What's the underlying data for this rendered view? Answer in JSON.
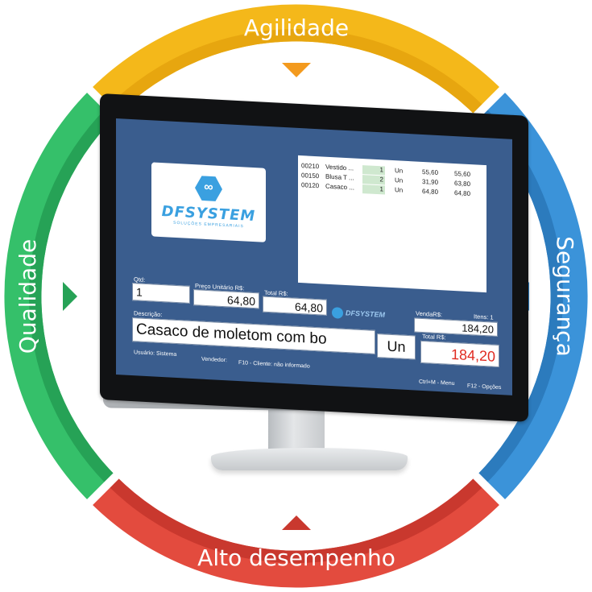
{
  "ring": {
    "agility": {
      "label": "Agilidade",
      "color": "#f4b81a",
      "shade": "#e7a60f",
      "arrow": "#f39a1e"
    },
    "security": {
      "label": "Segurança",
      "color": "#3b93d9",
      "shade": "#2c7bbd",
      "arrow": "#2f86cf"
    },
    "performance": {
      "label": "Alto desempenho",
      "color": "#e34b3e",
      "shade": "#c9382e",
      "arrow": "#c9382e"
    },
    "quality": {
      "label": "Qualidade",
      "color": "#35c06a",
      "shade": "#26a256",
      "arrow": "#26a256"
    }
  },
  "screen": {
    "logo": {
      "name": "DFSYSTEM",
      "tagline": "SOLUÇÕES EMPRESARIAIS",
      "icon": "chain-link-icon"
    },
    "items": [
      {
        "code": "00210",
        "name": "Vestido ...",
        "qty": "1",
        "unit": "Un",
        "price": "55,60",
        "total": "55,60"
      },
      {
        "code": "00150",
        "name": "Blusa T ...",
        "qty": "2",
        "unit": "Un",
        "price": "31,90",
        "total": "63,80"
      },
      {
        "code": "00120",
        "name": "Casaco ...",
        "qty": "1",
        "unit": "Un",
        "price": "64,80",
        "total": "64,80"
      }
    ],
    "qty_label": "Qtd:",
    "qty_value": "1",
    "unit_price_label": "Preço Unitário  R$:",
    "unit_price_value": "64,80",
    "total_label": "Total R$:",
    "total_value": "64,80",
    "mini_logo": "DFSYSTEM",
    "sale_label": "VendaR$:",
    "items_label": "Itens: 1",
    "sale_value": "184,20",
    "description_label": "Descrição:",
    "description_value": "Casaco de moletom com bo",
    "unit_value": "Un",
    "grand_total_label": "Total R$:",
    "grand_total_value": "184,20",
    "grand_total_color": "#e02a20",
    "status": {
      "user": "Usuário: Sistema",
      "seller": "Vendedor:",
      "client": "F10 - Cliente:  não informado",
      "menu": "Ctrl+M - Menu",
      "options": "F12 - Opções"
    }
  }
}
